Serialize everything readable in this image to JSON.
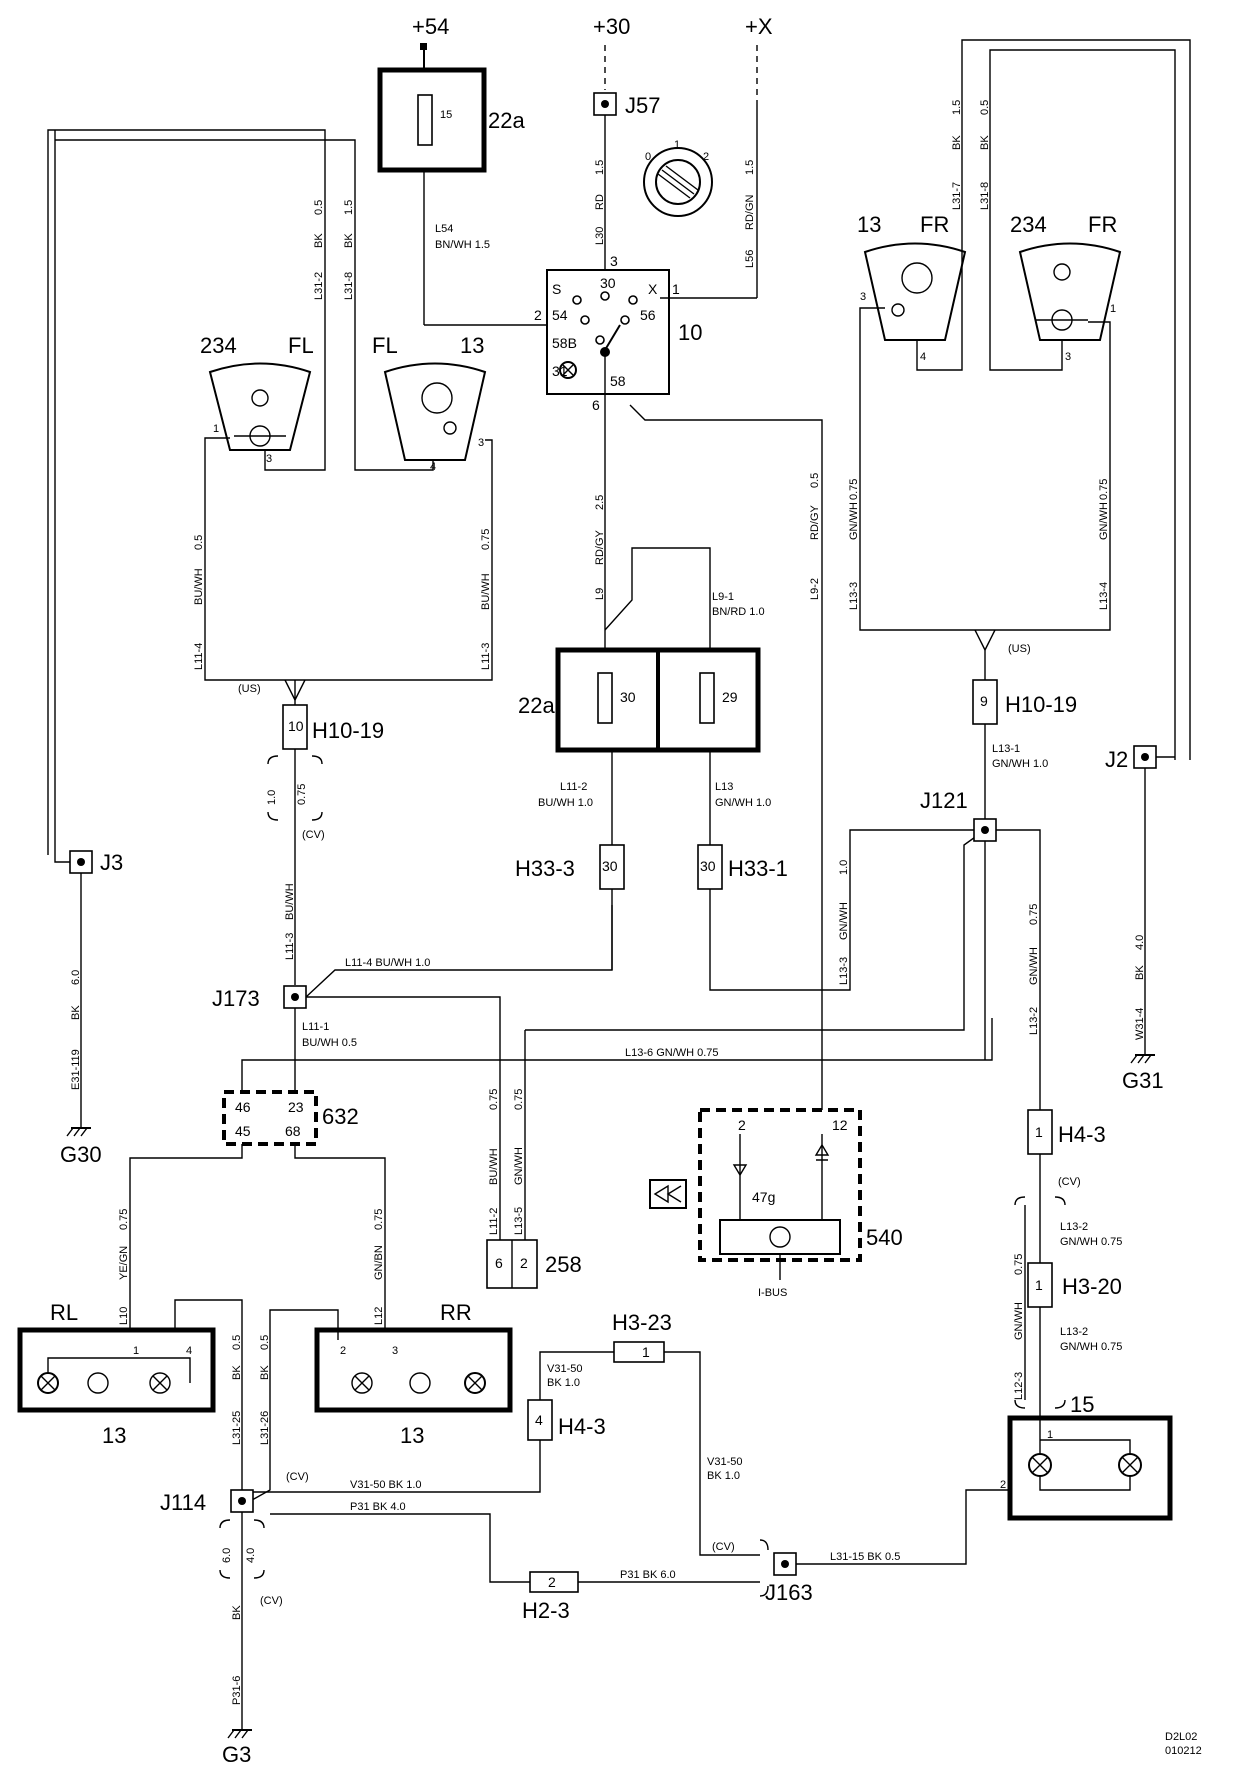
{
  "supplies": {
    "s54": "+54",
    "s30": "+30",
    "sx": "+X"
  },
  "components": {
    "fuse_22a_top": "22a",
    "fuse15": "15",
    "fuse_22a_mid": "22a",
    "fuse30": "30",
    "fuse29": "29",
    "switch": "10",
    "sw_s": "S",
    "sw_30": "30",
    "sw_x": "X",
    "sw_54": "54",
    "sw_56": "56",
    "sw_58b": "58B",
    "sw_31": "31",
    "sw_58": "58",
    "sw_pin3": "3",
    "sw_pin1": "1",
    "sw_pin2": "2",
    "sw_pin6": "6",
    "knob_0": "0",
    "knob_1": "1",
    "knob_2": "2",
    "fl_234": "234",
    "fl_label": "FL",
    "fl_label2": "FL",
    "fl_13": "13",
    "fr_13": "13",
    "fr_label": "FR",
    "fr_234": "234",
    "fr_label2": "FR",
    "rl": "RL",
    "rr": "RR",
    "rl_num": "13",
    "rr_num": "13",
    "c632": "632",
    "c632_46": "46",
    "c632_23": "23",
    "c632_45": "45",
    "c632_68": "68",
    "c258": "258",
    "c258_6": "6",
    "c258_2": "2",
    "c540": "540",
    "c540_2": "2",
    "c540_12": "12",
    "c47g": "47g",
    "ibus": "I-BUS",
    "c15": "15"
  },
  "connectors": {
    "j57": "J57",
    "j3": "J3",
    "j2": "J2",
    "j121": "J121",
    "j173": "J173",
    "j114": "J114",
    "j163": "J163",
    "h1019_l": "H10-19",
    "h1019_l_pin": "10",
    "h1019_r": "H10-19",
    "h1019_r_pin": "9",
    "us_l": "(US)",
    "us_r": "(US)",
    "h333": "H33-3",
    "h333_pin": "30",
    "h331": "H33-1",
    "h331_pin": "30",
    "h43_r": "H4-3",
    "h43_r_pin": "1",
    "h320": "H3-20",
    "h320_pin": "1",
    "h323": "H3-23",
    "h323_pin": "1",
    "h43_l": "H4-3",
    "h43_l_pin": "4",
    "h23": "H2-3",
    "h23_pin": "2",
    "cv1": "(CV)",
    "cv2": "(CV)",
    "cv3": "(CV)",
    "cv4": "(CV)",
    "cv5": "(CV)"
  },
  "grounds": {
    "g30": "G30",
    "g31": "G31",
    "g3": "G3"
  },
  "wires": {
    "l54": "L54",
    "l54_spec": "BN/WH  1.5",
    "l30_a": "L30",
    "l30_b": "RD",
    "l30_c": "1.5",
    "l56_a": "L56",
    "l56_b": "RD/GN",
    "l56_c": "1.5",
    "l312": "L31-2",
    "l312_bk": "BK",
    "l312_sz": "0.5",
    "l318": "L31-8",
    "l318_bk": "BK",
    "l318_sz": "1.5",
    "l317": "L31-7",
    "l317_bk": "BK",
    "l317_sz": "1.5",
    "l318r": "L31-8",
    "l318r_bk": "BK",
    "l318r_sz": "0.5",
    "l9": "L9",
    "l9_c": "RD/GY",
    "l9_s": "2.5",
    "l91": "L9-1",
    "l91_s": "BN/RD  1.0",
    "l92": "L9-2",
    "l92_c": "RD/GY",
    "l92_s": "0.5",
    "l114": "L11-4",
    "l114_c": "BU/WH",
    "l114_s": "0.5",
    "l113": "L11-3",
    "l113_c": "BU/WH",
    "l113_s": "0.75",
    "l133": "L13-3",
    "l133_c": "GN/WH",
    "l133_s": "0.75",
    "l134": "L13-4",
    "l134_c": "GN/WH",
    "l134_s": "0.75",
    "l112": "L11-2",
    "l112_s": "BU/WH  1.0",
    "l13": "L13",
    "l13_s": "GN/WH  1.0",
    "l131": "L13-1",
    "l131_s": "GN/WH  1.0",
    "cv_10": "1.0",
    "cv_075": "0.75",
    "l113b": "L11-3",
    "l113b_c": "BU/WH",
    "l114b": "L11-4   BU/WH    1.0",
    "l111": "L11-1",
    "l111_s": "BU/WH    0.5",
    "l136": "L13-6    GN/WH                    0.75",
    "l133b": "L13-3",
    "l133b_c": "GN/WH",
    "l133b_s": "1.0",
    "l132": "L13-2",
    "l132_c": "GN/WH",
    "l132_s": "0.75",
    "w314": "W31-4",
    "w314_c": "BK",
    "w314_s": "4.0",
    "e31119": "E31-119",
    "e31119_c": "BK",
    "e31119_s": "6.0",
    "l112b": "L11-2",
    "l112b_c": "BU/WH",
    "l112b_s": "0.75",
    "l135": "L13-5",
    "l135_c": "GN/WH",
    "l135_s": "0.75",
    "l10": "L10",
    "l10_c": "YE/GN",
    "l10_s": "0.75",
    "l12": "L12",
    "l12_c": "GN/BN",
    "l12_s": "0.75",
    "l3125": "L31-25",
    "l3125_c": "BK",
    "l3125_s": "0.5",
    "l3126": "L31-26",
    "l3126_c": "BK",
    "l3126_s": "0.5",
    "v3150a": "V31-50",
    "v3150a_s": "BK  1.0",
    "v3150b": "V31-50       BK       1.0",
    "v3150c": "V31-50",
    "v3150c_s": "BK  1.0",
    "p31a": "P31      BK      4.0",
    "p31b": "P31      BK       6.0",
    "l3115": "L31-15       BK       0.5",
    "l132r": "L13-2",
    "l132r_s": "GN/WH  0.75",
    "l132r2": "L13-2",
    "l132r2_s": "GN/WH  0.75",
    "l123": "L12-3",
    "l123_c": "GN/WH",
    "l123_s": "0.75",
    "g3_60": "6.0",
    "g3_40": "4.0",
    "p316": "P31-6",
    "p316_c": "BK"
  },
  "footer": {
    "code1": "D2L02",
    "code2": "010212"
  }
}
